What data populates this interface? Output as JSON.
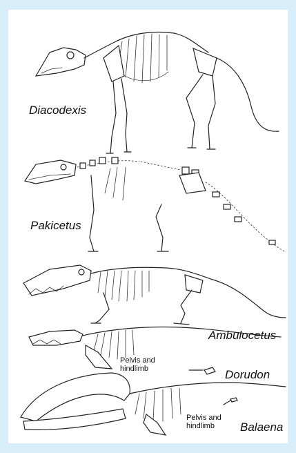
{
  "figure": {
    "colors": {
      "border": "#d8eefa",
      "panel": "#ffffff",
      "ink": "#222222"
    },
    "skeletons": [
      {
        "name": "Diacodexis"
      },
      {
        "name": "Pakicetus"
      },
      {
        "name": "Ambulocetus"
      },
      {
        "name": "Dorudon",
        "annotation_line1": "Pelvis and",
        "annotation_line2": "hindlimb"
      },
      {
        "name": "Balaena",
        "annotation_line1": "Pelvis and",
        "annotation_line2": "hindlimb"
      }
    ]
  }
}
